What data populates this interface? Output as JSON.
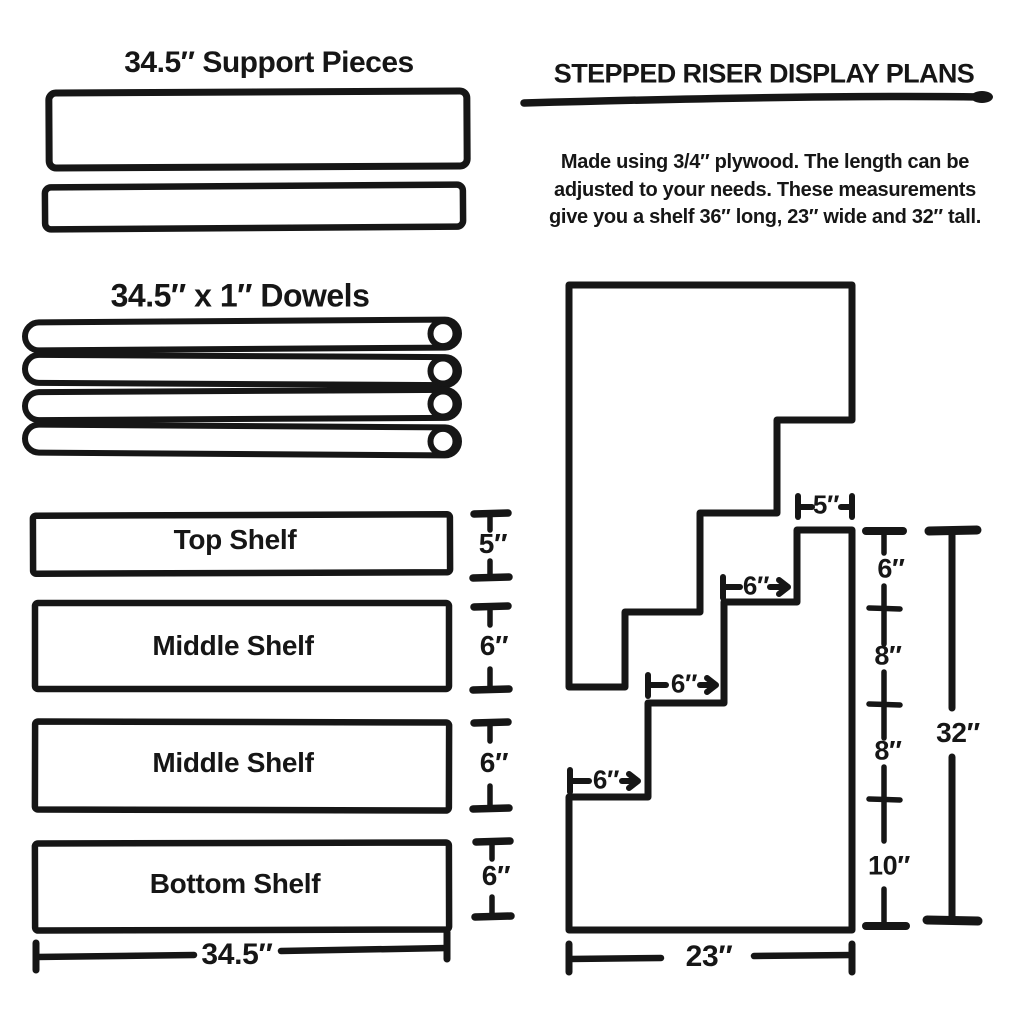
{
  "palette": {
    "ink": "#161616",
    "paper": "#ffffff"
  },
  "left": {
    "support_title": "34.5″ Support Pieces",
    "dowel_title": "34.5″ x 1″ Dowels",
    "shelves": [
      {
        "label": "Top Shelf",
        "height": "5″"
      },
      {
        "label": "Middle Shelf",
        "height": "6″"
      },
      {
        "label": "Middle Shelf",
        "height": "6″"
      },
      {
        "label": "Bottom Shelf",
        "height": "6″"
      }
    ],
    "total_width": "34.5″"
  },
  "right": {
    "title": "STEPPED RISER DISPLAY PLANS",
    "description_lines": [
      "Made using 3/4″ plywood. The length can be",
      "adjusted to your needs. These measurements",
      "give you a shelf 36″ long, 23″ wide and 32″ tall."
    ],
    "profile": {
      "top_step_depth": "5″",
      "step_depths": [
        "6″",
        "6″",
        "6″"
      ],
      "riser_heights": [
        "6″",
        "8″",
        "8″",
        "10″"
      ],
      "total_height": "32″",
      "base_width": "23″"
    }
  }
}
